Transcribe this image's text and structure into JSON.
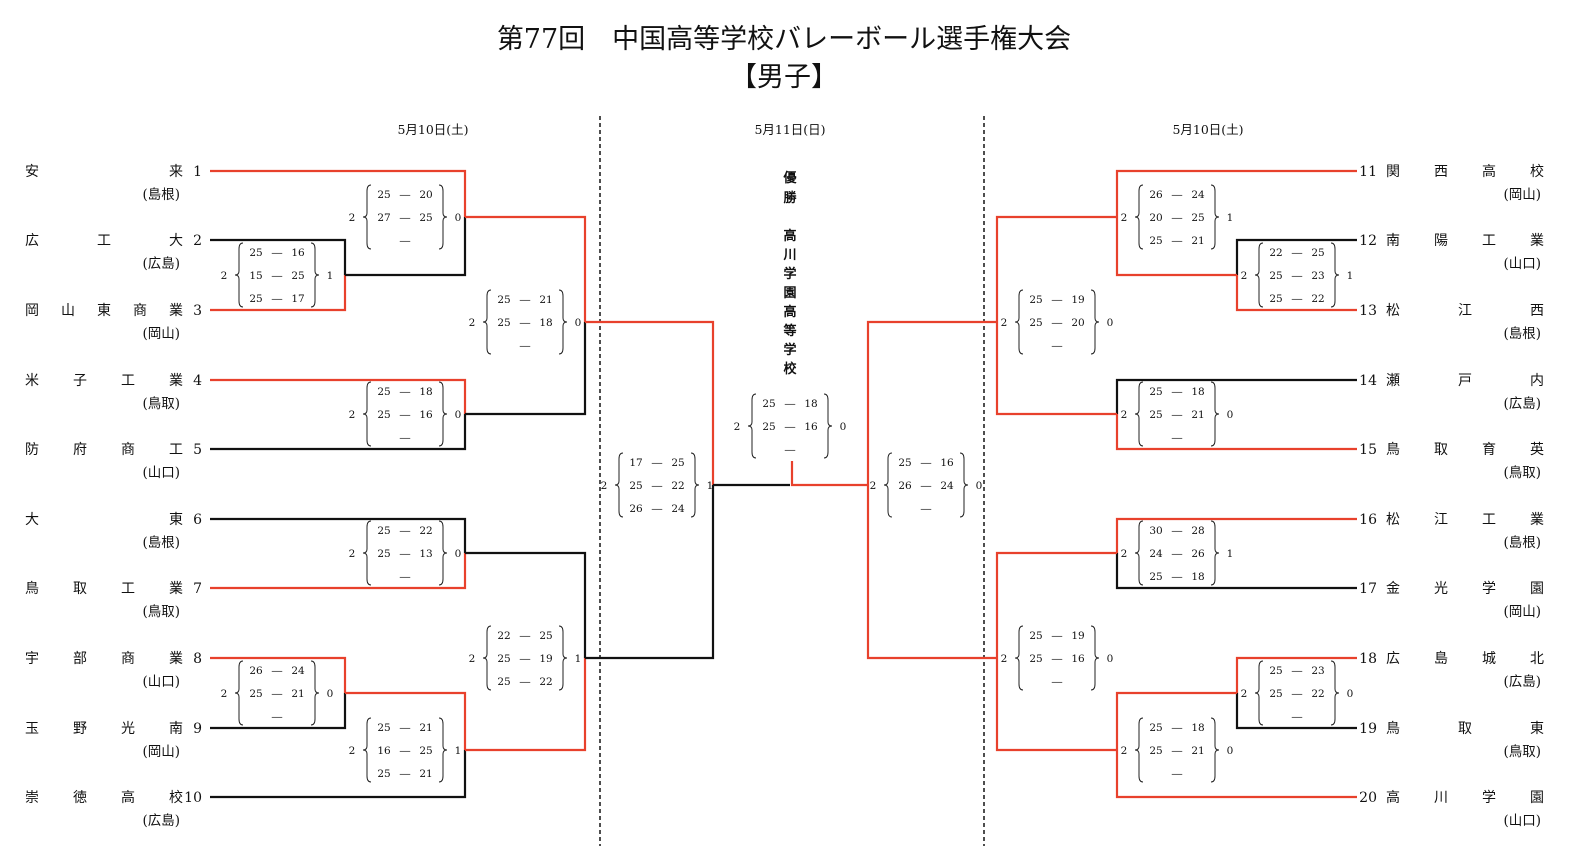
{
  "title": "第77回　中国高等学校バレーボール選手権大会",
  "subtitle": "【男子】",
  "dates": {
    "left": "5月10日(土)",
    "center": "5月11日(日)",
    "right": "5月10日(土)"
  },
  "champion": {
    "label": "優勝",
    "name": "高川学園高等学校"
  },
  "colors": {
    "winner_line": "#e8412c",
    "loser_line": "#111111",
    "divider": "#222222"
  },
  "teams": [
    {
      "seed": "1",
      "name": "安来",
      "pref": "(島根)"
    },
    {
      "seed": "2",
      "name": "広工大",
      "pref": "(広島)"
    },
    {
      "seed": "3",
      "name": "岡山東商業",
      "pref": "(岡山)"
    },
    {
      "seed": "4",
      "name": "米子工業",
      "pref": "(鳥取)"
    },
    {
      "seed": "5",
      "name": "防府商工",
      "pref": "(山口)"
    },
    {
      "seed": "6",
      "name": "大東",
      "pref": "(島根)"
    },
    {
      "seed": "7",
      "name": "鳥取工業",
      "pref": "(鳥取)"
    },
    {
      "seed": "8",
      "name": "宇部商業",
      "pref": "(山口)"
    },
    {
      "seed": "9",
      "name": "玉野光南",
      "pref": "(岡山)"
    },
    {
      "seed": "10",
      "name": "崇徳高校",
      "pref": "(広島)"
    },
    {
      "seed": "11",
      "name": "関西高校",
      "pref": "(岡山)"
    },
    {
      "seed": "12",
      "name": "南陽工業",
      "pref": "(山口)"
    },
    {
      "seed": "13",
      "name": "松江西",
      "pref": "(島根)"
    },
    {
      "seed": "14",
      "name": "瀬戸内",
      "pref": "(広島)"
    },
    {
      "seed": "15",
      "name": "鳥取育英",
      "pref": "(鳥取)"
    },
    {
      "seed": "16",
      "name": "松江工業",
      "pref": "(島根)"
    },
    {
      "seed": "17",
      "name": "金光学園",
      "pref": "(岡山)"
    },
    {
      "seed": "18",
      "name": "広島城北",
      "pref": "(広島)"
    },
    {
      "seed": "19",
      "name": "鳥取東",
      "pref": "(鳥取)"
    },
    {
      "seed": "20",
      "name": "高川学園",
      "pref": "(山口)"
    }
  ],
  "matches": [
    {
      "id": "L-2v3",
      "sets_left": "2",
      "sets_right": "1",
      "games": [
        [
          "25",
          "16"
        ],
        [
          "15",
          "25"
        ],
        [
          "25",
          "17"
        ]
      ]
    },
    {
      "id": "L-1vW",
      "sets_left": "2",
      "sets_right": "0",
      "games": [
        [
          "25",
          "20"
        ],
        [
          "27",
          "25"
        ],
        [
          "",
          ""
        ]
      ]
    },
    {
      "id": "L-4v5",
      "sets_left": "2",
      "sets_right": "0",
      "games": [
        [
          "25",
          "18"
        ],
        [
          "25",
          "16"
        ],
        [
          "",
          ""
        ]
      ]
    },
    {
      "id": "L-top-qf",
      "sets_left": "2",
      "sets_right": "0",
      "games": [
        [
          "25",
          "21"
        ],
        [
          "25",
          "18"
        ],
        [
          "",
          ""
        ]
      ]
    },
    {
      "id": "L-6v7",
      "sets_left": "2",
      "sets_right": "0",
      "games": [
        [
          "25",
          "22"
        ],
        [
          "25",
          "13"
        ],
        [
          "",
          ""
        ]
      ]
    },
    {
      "id": "L-8v9",
      "sets_left": "2",
      "sets_right": "0",
      "games": [
        [
          "26",
          "24"
        ],
        [
          "25",
          "21"
        ],
        [
          "",
          ""
        ]
      ]
    },
    {
      "id": "L-Wv10",
      "sets_left": "2",
      "sets_right": "1",
      "games": [
        [
          "25",
          "21"
        ],
        [
          "16",
          "25"
        ],
        [
          "25",
          "21"
        ]
      ]
    },
    {
      "id": "L-bot-qf",
      "sets_left": "2",
      "sets_right": "1",
      "games": [
        [
          "22",
          "25"
        ],
        [
          "25",
          "19"
        ],
        [
          "25",
          "22"
        ]
      ]
    },
    {
      "id": "L-semi",
      "sets_left": "2",
      "sets_right": "1",
      "games": [
        [
          "17",
          "25"
        ],
        [
          "25",
          "22"
        ],
        [
          "26",
          "24"
        ]
      ]
    },
    {
      "id": "R-12v13",
      "sets_left": "2",
      "sets_right": "1",
      "games": [
        [
          "22",
          "25"
        ],
        [
          "25",
          "23"
        ],
        [
          "25",
          "22"
        ]
      ]
    },
    {
      "id": "R-11vW",
      "sets_left": "2",
      "sets_right": "1",
      "games": [
        [
          "26",
          "24"
        ],
        [
          "20",
          "25"
        ],
        [
          "25",
          "21"
        ]
      ]
    },
    {
      "id": "R-14v15",
      "sets_left": "2",
      "sets_right": "0",
      "games": [
        [
          "25",
          "18"
        ],
        [
          "25",
          "21"
        ],
        [
          "",
          ""
        ]
      ]
    },
    {
      "id": "R-top-qf",
      "sets_left": "2",
      "sets_right": "0",
      "games": [
        [
          "25",
          "19"
        ],
        [
          "25",
          "20"
        ],
        [
          "",
          ""
        ]
      ]
    },
    {
      "id": "R-16v17",
      "sets_left": "2",
      "sets_right": "1",
      "games": [
        [
          "30",
          "28"
        ],
        [
          "24",
          "26"
        ],
        [
          "25",
          "18"
        ]
      ]
    },
    {
      "id": "R-18v19",
      "sets_left": "2",
      "sets_right": "0",
      "games": [
        [
          "25",
          "23"
        ],
        [
          "25",
          "22"
        ],
        [
          "",
          ""
        ]
      ]
    },
    {
      "id": "R-Wv20",
      "sets_left": "2",
      "sets_right": "0",
      "games": [
        [
          "25",
          "18"
        ],
        [
          "25",
          "21"
        ],
        [
          "",
          ""
        ]
      ]
    },
    {
      "id": "R-bot-qf",
      "sets_left": "2",
      "sets_right": "0",
      "games": [
        [
          "25",
          "19"
        ],
        [
          "25",
          "16"
        ],
        [
          "",
          ""
        ]
      ]
    },
    {
      "id": "R-semi",
      "sets_left": "2",
      "sets_right": "0",
      "games": [
        [
          "25",
          "16"
        ],
        [
          "26",
          "24"
        ],
        [
          "",
          ""
        ]
      ]
    },
    {
      "id": "final",
      "sets_left": "2",
      "sets_right": "0",
      "games": [
        [
          "25",
          "18"
        ],
        [
          "25",
          "16"
        ],
        [
          "",
          ""
        ]
      ]
    }
  ]
}
